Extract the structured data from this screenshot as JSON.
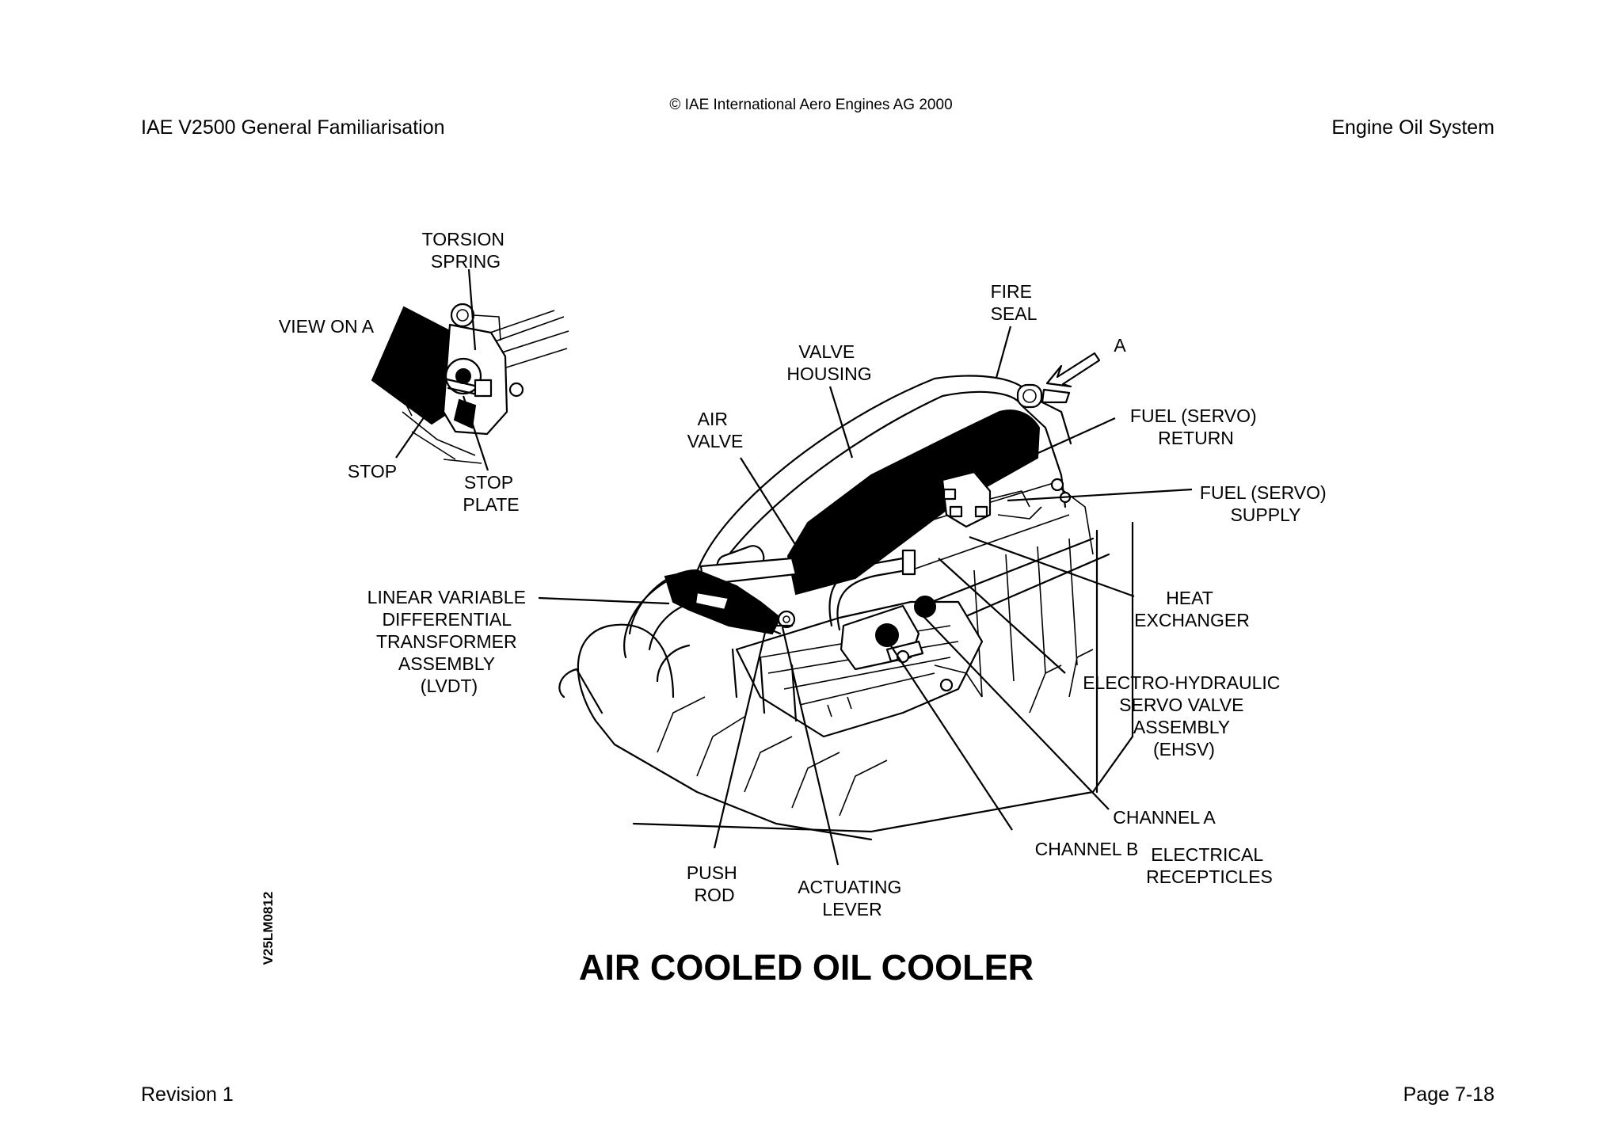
{
  "header": {
    "copyright": "© IAE International Aero Engines AG 2000",
    "left": "IAE V2500 General Familiarisation",
    "right": "Engine Oil System"
  },
  "footer": {
    "left": "Revision 1",
    "right": "Page 7-18"
  },
  "figure": {
    "title": "AIR COOLED OIL COOLER",
    "figure_id": "V25LM0812",
    "inset_title": "VIEW ON A",
    "view_arrow": "A",
    "labels": {
      "torsion_spring": [
        "TORSION",
        "SPRING"
      ],
      "stop": "STOP",
      "stop_plate": [
        "STOP",
        "PLATE"
      ],
      "fire_seal": [
        "FIRE",
        "SEAL"
      ],
      "valve_housing": [
        "VALVE",
        "HOUSING"
      ],
      "air_valve": [
        "AIR",
        "VALVE"
      ],
      "fuel_return": [
        "FUEL (SERVO)",
        "RETURN"
      ],
      "fuel_supply": [
        "FUEL (SERVO)",
        "SUPPLY"
      ],
      "heat_exchanger": [
        "HEAT",
        "EXCHANGER"
      ],
      "lvdt": [
        "LINEAR VARIABLE",
        "DIFFERENTIAL",
        "TRANSFORMER",
        "ASSEMBLY",
        "(LVDT)"
      ],
      "ehsv": [
        "ELECTRO-HYDRAULIC",
        "SERVO VALVE",
        "ASSEMBLY",
        "(EHSV)"
      ],
      "channel_a": "CHANNEL A",
      "channel_b": "CHANNEL B",
      "electrical": [
        "ELECTRICAL",
        "RECEPTICLES"
      ],
      "push_rod": [
        "PUSH",
        "ROD"
      ],
      "actuating_lever": [
        "ACTUATING",
        "LEVER"
      ]
    }
  }
}
